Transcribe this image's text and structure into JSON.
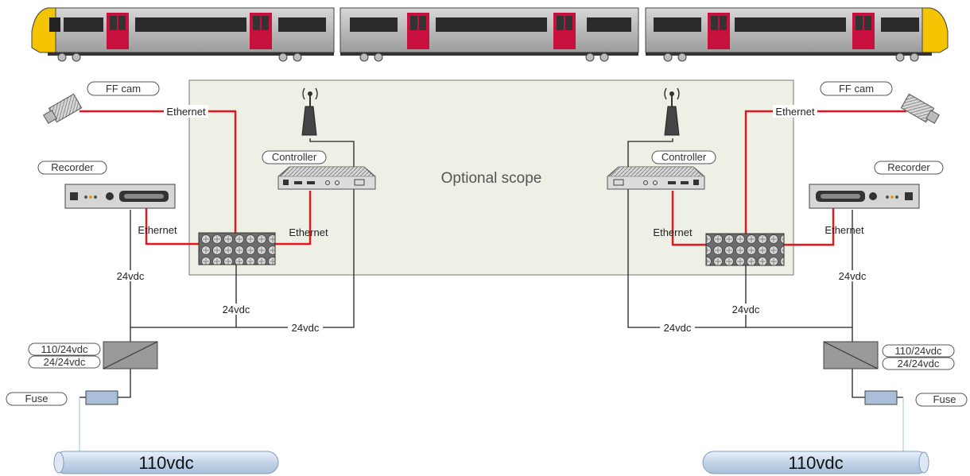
{
  "scope_label": "Optional scope",
  "left": {
    "camera_tag": "FF cam",
    "camera_link": "Ethernet",
    "recorder_tag": "Recorder",
    "recorder_link": "Ethernet",
    "controller_tag": "Controller",
    "controller_link": "Ethernet",
    "supply_recorder": "24vdc",
    "supply_switch": "24vdc",
    "supply_controller": "24vdc",
    "converter_tag_1": "110/24vdc",
    "converter_tag_2": "24/24vdc",
    "fuse_tag": "Fuse",
    "bus_label": "110vdc"
  },
  "right": {
    "camera_tag": "FF cam",
    "camera_link": "Ethernet",
    "recorder_tag": "Recorder",
    "recorder_link": "Ethernet",
    "controller_tag": "Controller",
    "controller_link": "Ethernet",
    "supply_recorder": "24vdc",
    "supply_switch": "24vdc",
    "supply_controller": "24vdc",
    "converter_tag_1": "110/24vdc",
    "converter_tag_2": "24/24vdc",
    "fuse_tag": "Fuse",
    "bus_label": "110vdc"
  },
  "colors": {
    "ethernet": "#e8141b",
    "scope_fill": "#eef0e6",
    "train_door": "#c8103e",
    "train_nose": "#f5c400",
    "bus_fill": "#c9d7e8"
  }
}
